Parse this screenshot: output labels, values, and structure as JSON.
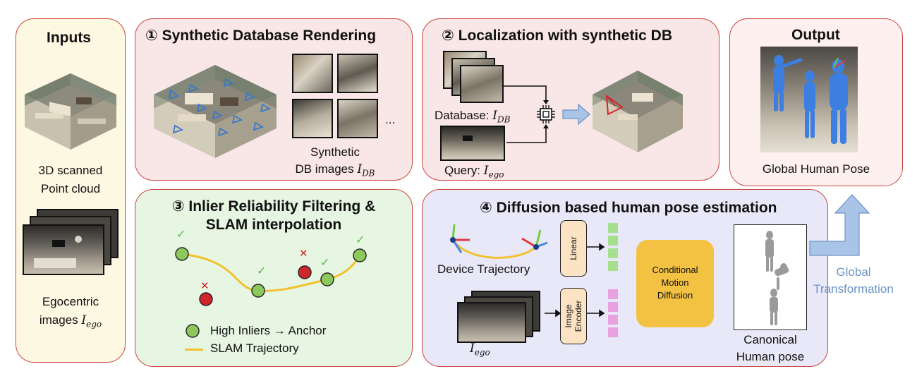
{
  "inputs": {
    "title": "Inputs",
    "scan_label_line1": "3D scanned",
    "scan_label_line2": "Point cloud",
    "ego_label_line1": "Egocentric",
    "ego_label_prefix": "images ",
    "ego_label_sub": "ego"
  },
  "step1": {
    "num": "①",
    "title": "Synthetic Database Rendering",
    "db_label_line1": "Synthetic",
    "db_label_prefix": "DB images ",
    "db_label_sub": "DB",
    "ellipsis": "..."
  },
  "step2": {
    "num": "②",
    "title": "Localization with synthetic DB",
    "database_prefix": "Database: ",
    "database_sub": "DB",
    "query_prefix": "Query: ",
    "query_sub": "ego"
  },
  "output": {
    "title": "Output",
    "label": "Global Human Pose"
  },
  "step3": {
    "num": "③",
    "title_line1": "Inlier Reliability Filtering &",
    "title_line2": "SLAM interpolation",
    "legend_anchor": "High Inliers → Anchor",
    "legend_traj": "SLAM Trajectory",
    "check": "✓",
    "cross": "✕"
  },
  "step4": {
    "num": "④",
    "title": "Diffusion based  human pose estimation",
    "device_traj": "Device Trajectory",
    "linear": "Linear",
    "image_encoder_line1": "Image",
    "image_encoder_line2": "Encoder",
    "cmd_line1": "Conditional",
    "cmd_line2": "Motion",
    "cmd_line3": "Diffusion",
    "canonical_line1": "Canonical",
    "canonical_line2": "Human pose",
    "ego_sub": "ego"
  },
  "global_transform": {
    "line1": "Global",
    "line2": "Transformation"
  },
  "colors": {
    "inputs_bg": "#fdf8e2",
    "step1_bg": "#f9e6e6",
    "step2_bg": "#f9e6e6",
    "output_bg": "#fdf0ee",
    "step3_bg": "#e6f6e2",
    "step4_bg": "#e8e8f8",
    "panel_border": "#c9463d",
    "anchor_green": "#8dc85a",
    "outlier_red": "#d0262b",
    "trajectory": "#f2c12e",
    "diffusion": "#f4c243",
    "arrow_blue": "#a9c4e6"
  }
}
